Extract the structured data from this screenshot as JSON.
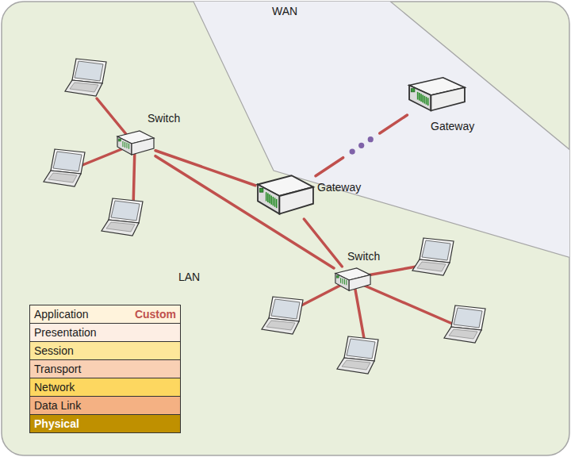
{
  "diagram": {
    "nodes": [
      {
        "text": [
          "Gateway"
        ]
      },
      {
        "text": [
          "Switch"
        ]
      },
      {
        "text": [
          "Gateway"
        ]
      },
      {
        "text": [
          "Switch"
        ]
      },
      {
        "text": [
          "Application",
          "Custom"
        ]
      },
      {
        "text": [
          "Presentation"
        ]
      },
      {
        "text": [
          "Session"
        ]
      },
      {
        "text": [
          "Transport"
        ]
      },
      {
        "text": [
          "Network"
        ]
      },
      {
        "text": [
          "Data Link"
        ]
      },
      {
        "text": [
          "Physical"
        ]
      }
    ],
    "edges": [
      {
        "from": 1,
        "to": 2,
        "arrow": "none"
      },
      {
        "from": 1,
        "to": 3,
        "arrow": "none"
      },
      {
        "from": 2,
        "to": 3,
        "arrow": "none"
      },
      {
        "from": 2,
        "to": 0,
        "arrow": "none"
      }
    ],
    "labels": [
      "WAN",
      "LAN"
    ]
  }
}
